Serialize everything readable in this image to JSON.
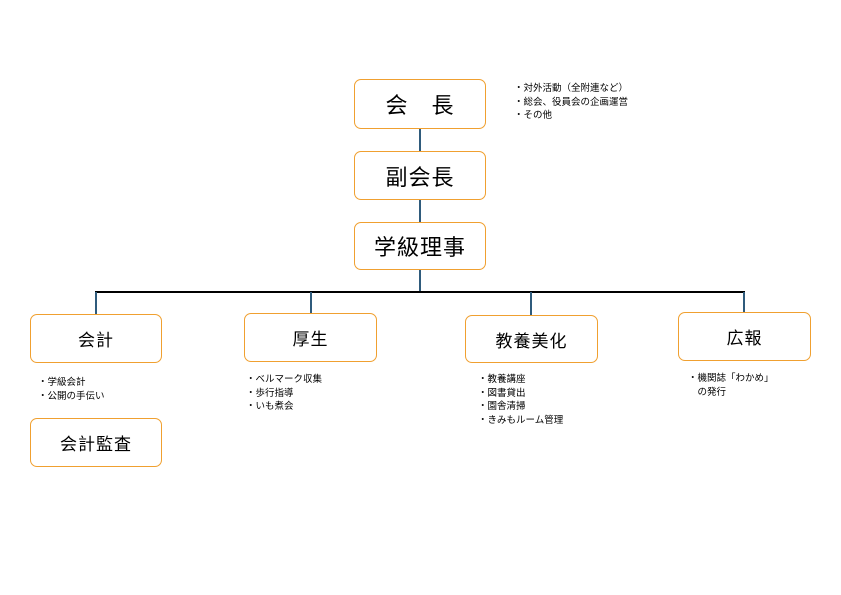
{
  "nodes": {
    "president": "会　長",
    "vice_president": "副会長",
    "class_director": "学級理事",
    "accounting": "会計",
    "welfare": "厚生",
    "culture": "教養美化",
    "pr": "広報",
    "audit": "会計監査"
  },
  "notes": {
    "president": [
      "・対外活動（全附連など）",
      "・総会、役員会の企画運営",
      "・その他"
    ],
    "accounting": [
      "・学級会計",
      "・公開の手伝い"
    ],
    "welfare": [
      "・ベルマーク収集",
      "・歩行指導",
      "・いも煮会"
    ],
    "culture": [
      "・教養講座",
      "・図書貸出",
      "・園舎清掃",
      "・きみもルーム管理"
    ],
    "pr": [
      "・機関誌「わかめ」",
      "　の発行"
    ]
  },
  "colors": {
    "box_border": "#f0a030",
    "connector": "#000000",
    "drop_line": "#2f5b7c"
  }
}
